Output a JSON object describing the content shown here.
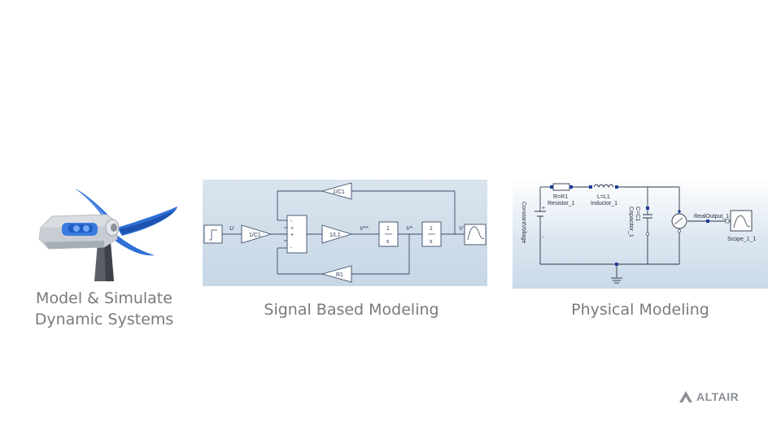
{
  "captions": {
    "model_line1": "Model & Simulate",
    "model_line2": "Dynamic Systems",
    "signal": "Signal Based Modeling",
    "physical": "Physical Modeling"
  },
  "signal_diagram": {
    "signal_u": "U",
    "signal_v2": "V**",
    "signal_v1": "V*",
    "signal_v": "V",
    "gain_1_c1_top": "1/C1",
    "gain_1_c1": "1/C1",
    "gain_1_l1": "1/L1",
    "gain_r1": "R1",
    "integrator_num": "1",
    "integrator_den": "s",
    "sum_plus": "+",
    "sum_minus": "-"
  },
  "physical_diagram": {
    "resistor_param": "R=R1",
    "resistor_name": "Resistor_1",
    "inductor_param": "L=L1",
    "inductor_name": "Inductor_1",
    "capacitor_param": "C=C1",
    "capacitor_name": "Capacitor_1",
    "source_name": "ConstantVoltage",
    "output_name": "RealOutput_1",
    "scope_name": "Scope_1_1",
    "plus": "+",
    "minus": "-"
  },
  "logo": {
    "text": "ALTAIR"
  },
  "colors": {
    "caption": "#7a7a7a",
    "turbine_blade": "#2f6fd6",
    "diagram_bg": "#cfdcea",
    "wire": "#3b4a66",
    "logo": "#8b8f94"
  }
}
